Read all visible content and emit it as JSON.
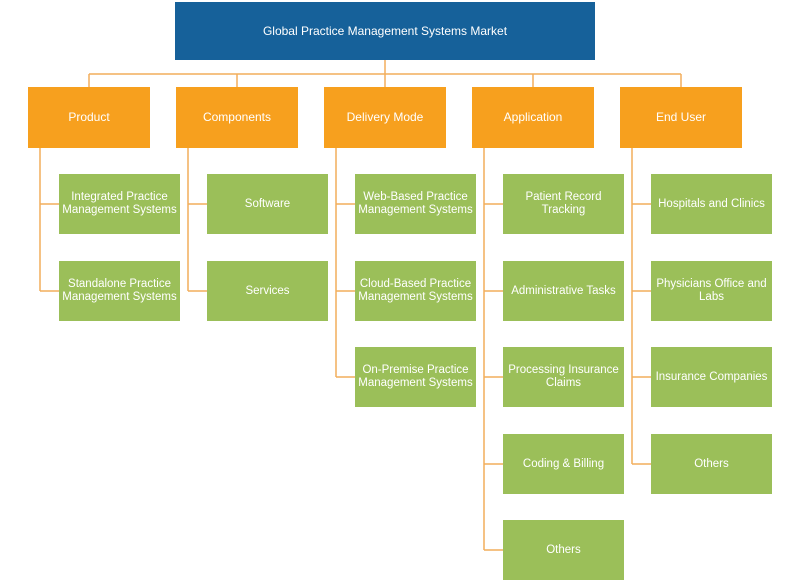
{
  "diagram": {
    "title": "Global Practice Management Systems Market",
    "categories": [
      {
        "label": "Product",
        "items": [
          "Integrated Practice Management Systems",
          "Standalone Practice Management Systems"
        ]
      },
      {
        "label": "Components",
        "items": [
          "Software",
          "Services"
        ]
      },
      {
        "label": "Delivery Mode",
        "items": [
          "Web-Based Practice Management Systems",
          "Cloud-Based Practice Management Systems",
          "On-Premise Practice Management Systems"
        ]
      },
      {
        "label": "Application",
        "items": [
          "Patient Record Tracking",
          "Administrative Tasks",
          "Processing Insurance Claims",
          "Coding & Billing",
          "Others"
        ]
      },
      {
        "label": "End User",
        "items": [
          "Hospitals and Clinics",
          "Physicians Office and Labs",
          "Insurance Companies",
          "Others"
        ]
      }
    ],
    "colors": {
      "root": "#16619a",
      "category": "#f7a01e",
      "leaf": "#9bbf59",
      "connector": "#f2ae5c"
    }
  }
}
